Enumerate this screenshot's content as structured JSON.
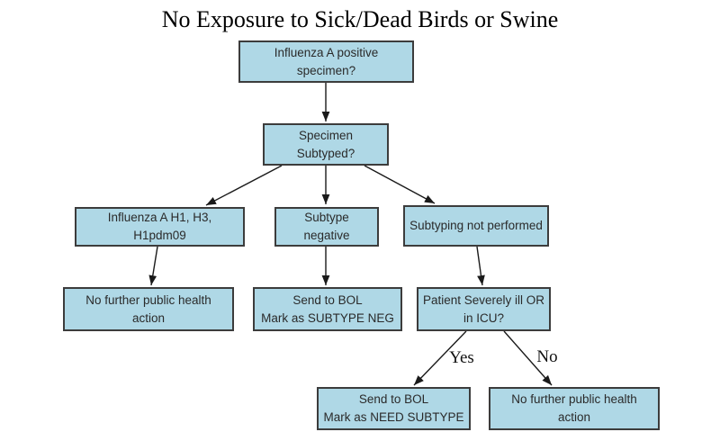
{
  "title": "No Exposure to Sick/Dead Birds or Swine",
  "colors": {
    "node_fill": "#AFD8E6",
    "node_border": "#3C3C3C",
    "edge_color": "#1A1A1A",
    "node_text": "#2A2A2A",
    "title_color": "#000000"
  },
  "nodes": {
    "influenza_positive": {
      "label": "Influenza A positive specimen?"
    },
    "specimen_subtyped": {
      "label": "Specimen Subtyped?"
    },
    "subtyped_h1_h3": {
      "label": "Influenza A H1, H3, H1pdm09"
    },
    "subtype_negative": {
      "label": "Subtype negative"
    },
    "subtyping_not_performed": {
      "label": "Subtyping not performed"
    },
    "no_action_left": {
      "label": "No further public health action"
    },
    "send_bol_subtype_neg": {
      "label": "Send to BOL\nMark as SUBTYPE NEG"
    },
    "severely_ill": {
      "label": "Patient Severely ill OR\nin ICU?"
    },
    "send_bol_need_subtype": {
      "label": "Send to BOL\nMark as NEED SUBTYPE"
    },
    "no_action_right": {
      "label": "No further public health action"
    }
  },
  "edge_labels": {
    "yes": "Yes",
    "no": "No"
  }
}
